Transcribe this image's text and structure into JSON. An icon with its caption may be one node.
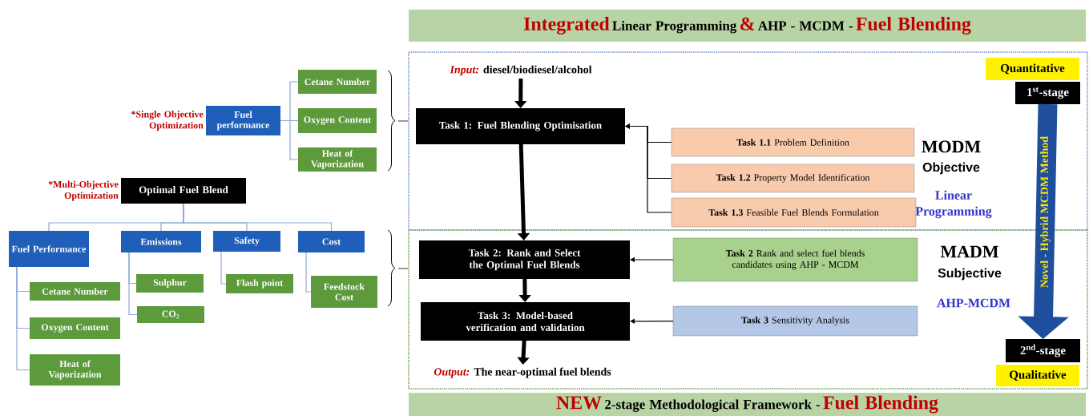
{
  "diagram": {
    "nodes": [
      {
        "text": [
          "Fuel performance"
        ],
        "beside": [
          "*Single Objective Optimization"
        ]
      },
      {
        "text": [
          "Cetane Number"
        ]
      },
      {
        "text": [
          "Oxygen Content"
        ]
      },
      {
        "text": [
          "Heat of Vaporization"
        ]
      },
      {
        "text": [
          "Optimal Fuel Blend"
        ],
        "beside": [
          "*Multi-Objective Optimization"
        ]
      },
      {
        "text": [
          "Fuel Performance"
        ]
      },
      {
        "text": [
          "Emissions"
        ]
      },
      {
        "text": [
          "Safety"
        ]
      },
      {
        "text": [
          "Cost"
        ]
      },
      {
        "text": [
          "Cetane Number"
        ]
      },
      {
        "text": [
          "Oxygen Content"
        ]
      },
      {
        "text": [
          "Heat of Vaporization"
        ]
      },
      {
        "text": [
          "Sulphur"
        ]
      },
      {
        "text": [
          "CO$_{2}$"
        ]
      },
      {
        "text": [
          "Flash point"
        ]
      },
      {
        "text": [
          "Feedstock Cost"
        ]
      },
      {
        "text": [
          "Integrated",
          "Linear Programming",
          "&",
          "AHP - MCDM -",
          "Fuel Blending"
        ]
      },
      {
        "text": [],
        "shape": "box"
      },
      {
        "text": [],
        "shape": "box"
      },
      {
        "text": [
          "Input:",
          "diesel/biodiesel/alcohol"
        ],
        "in": 17
      },
      {
        "text": [
          "Task 1: Fuel Blending Optimisation"
        ],
        "in": 17
      },
      {
        "text": [
          "**Task 1.1** Problem Definition"
        ],
        "in": 17
      },
      {
        "text": [
          "**Task 1.2** Property Model Identification"
        ],
        "in": 17
      },
      {
        "text": [
          "**Task 1.3** Feasible Fuel Blends Formulation"
        ],
        "in": 17
      },
      {
        "text": [
          "Task 2: Rank and Select the Optimal Fuel Blends"
        ],
        "in": 18
      },
      {
        "text": [
          "Task 3: Model-based verification and validation"
        ],
        "in": 18
      },
      {
        "text": [
          "Output:",
          "The near-optimal fuel blends"
        ],
        "in": 18
      },
      {
        "text": [
          "**Task 2** Rank and select fuel blends candidates using AHP - MCDM"
        ],
        "in": 18
      },
      {
        "text": [
          "**Task 3** Sensitivity Analysis"
        ],
        "in": 18
      },
      {
        "text": [
          "Quantitative"
        ],
        "in": 17
      },
      {
        "text": [
          "1$^{st}$-stage"
        ],
        "in": 17
      },
      {
        "text": [
          "2$^{nd}$-stage"
        ],
        "in": 18
      },
      {
        "text": [
          "Qualitative"
        ],
        "in": 18
      },
      {
        "text": [
          "NEW",
          "2-stage Methodological Framework -",
          "Fuel Blending"
        ]
      }
    ],
    "edges": [
      {
        "from": 0,
        "to": 1,
        "arrow": "none"
      },
      {
        "from": 0,
        "to": 2,
        "arrow": "none"
      },
      {
        "from": 0,
        "to": 3,
        "arrow": "none"
      },
      {
        "from": 4,
        "to": 5,
        "arrow": "none"
      },
      {
        "from": 4,
        "to": 6,
        "arrow": "none"
      },
      {
        "from": 4,
        "to": 7,
        "arrow": "none"
      },
      {
        "from": 4,
        "to": 8,
        "arrow": "none"
      },
      {
        "from": 5,
        "to": 9,
        "arrow": "none"
      },
      {
        "from": 5,
        "to": 10,
        "arrow": "none"
      },
      {
        "from": 5,
        "to": 11,
        "arrow": "none"
      },
      {
        "from": 6,
        "to": 12,
        "arrow": "none"
      },
      {
        "from": 6,
        "to": 13,
        "arrow": "none"
      },
      {
        "from": 7,
        "to": 14,
        "arrow": "none"
      },
      {
        "from": 8,
        "to": 15,
        "arrow": "none"
      },
      {
        "from": 19,
        "to": 20,
        "arrow": "to",
        "style": "thick",
        "color": "#000000"
      },
      {
        "from": 20,
        "to": 24,
        "arrow": "to",
        "style": "thick",
        "color": "#000000"
      },
      {
        "from": 24,
        "to": 25,
        "arrow": "to",
        "style": "thick",
        "color": "#000000"
      },
      {
        "from": 25,
        "to": 26,
        "arrow": "to",
        "style": "thick",
        "color": "#000000"
      },
      {
        "from": 21,
        "to": 20,
        "arrow": "to",
        "color": "#000000"
      },
      {
        "from": 22,
        "to": 20,
        "arrow": "to",
        "color": "#000000"
      },
      {
        "from": 23,
        "to": 20,
        "arrow": "to",
        "color": "#000000"
      },
      {
        "from": 27,
        "to": 24,
        "arrow": "to",
        "color": "#000000"
      },
      {
        "from": 28,
        "to": 25,
        "arrow": "to",
        "color": "#000000"
      },
      {
        "from": 30,
        "to": 31,
        "arrow": "to",
        "style": "thick",
        "color": "#1f4e9c",
        "label": "Novel - Hybrid MCDM Method"
      }
    ],
    "labels": [
      "MODM",
      "Objective",
      "Linear Programming",
      "MADM",
      "Subjective",
      "AHP-MCDM"
    ]
  }
}
